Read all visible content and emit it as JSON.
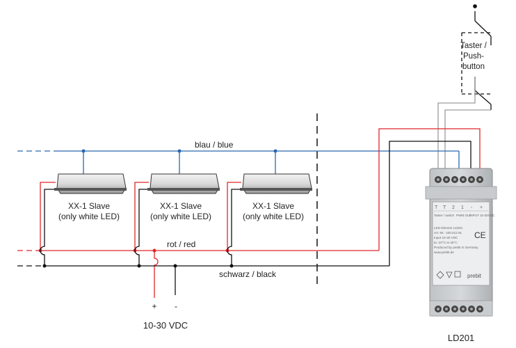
{
  "labels": {
    "blue_wire": "blau / blue",
    "red_wire": "rot / red",
    "black_wire": "schwarz / black",
    "plus": "+",
    "minus": "-",
    "supply": "10-30 VDC",
    "pushbutton_1": "Taster /",
    "pushbutton_2": "Push-",
    "pushbutton_3": "button",
    "device_name": "LD201"
  },
  "slaves": [
    {
      "line1": "XX-1 Slave",
      "line2": "(only white LED)"
    },
    {
      "line1": "XX-1 Slave",
      "line2": "(only white LED)"
    },
    {
      "line1": "XX-1 Slave",
      "line2": "(only white LED)"
    }
  ],
  "device": {
    "terminals": [
      "T",
      "T",
      "2",
      "1",
      "-",
      "+"
    ],
    "header_left": "Taster / switch",
    "header_mid": "PWM OUT",
    "header_right": "INPUT 10-30VDC",
    "info_lines": [
      "LED-Dimmer LD201",
      "Art.-Nr.: 100.012.91",
      "Input 10-30 VDC",
      "ta -10°C to 45°C",
      "Produced by prebit in Germany",
      "www.prebit.de"
    ],
    "ce_mark": "CE",
    "brand": "prebit"
  },
  "colors": {
    "blue": "#2a67b0",
    "red": "#e0262b",
    "black": "#111111",
    "gray": "#9c9c9c"
  }
}
